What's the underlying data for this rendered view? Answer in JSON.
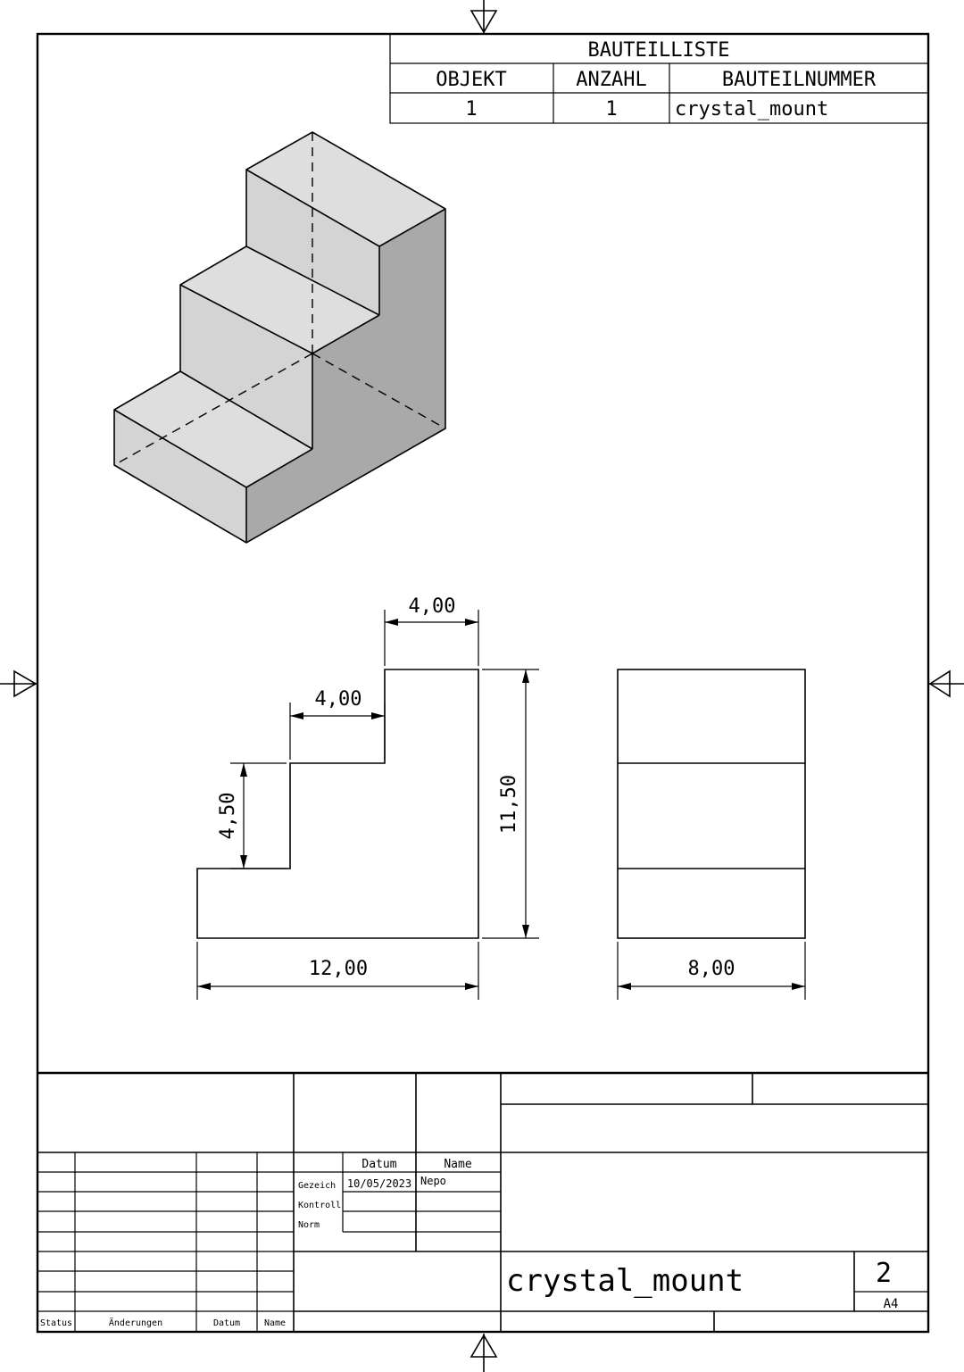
{
  "parts_list": {
    "title": "BAUTEILLISTE",
    "headers": [
      "OBJEKT",
      "ANZAHL",
      "BAUTEILNUMMER"
    ],
    "rows": [
      {
        "objekt": "1",
        "anzahl": "1",
        "nummer": "crystal_mount"
      }
    ]
  },
  "dimensions": {
    "step_top_width": "4,00",
    "step_mid_width": "4,00",
    "step_height": "4,50",
    "total_height": "11,50",
    "total_length": "12,00",
    "depth": "8,00"
  },
  "title_block": {
    "col_datum": "Datum",
    "col_name": "Name",
    "row_gezeich": "Gezeich",
    "row_kontroll": "Kontroll",
    "row_norm": "Norm",
    "drawn_date": "10/05/2023",
    "drawn_name": "Nepo",
    "rev_status": "Status",
    "rev_aenderungen": "Änderungen",
    "rev_datum": "Datum",
    "rev_name": "Name",
    "drawing_title": "crystal_mount",
    "sheet_number": "2",
    "sheet_format": "A4"
  }
}
